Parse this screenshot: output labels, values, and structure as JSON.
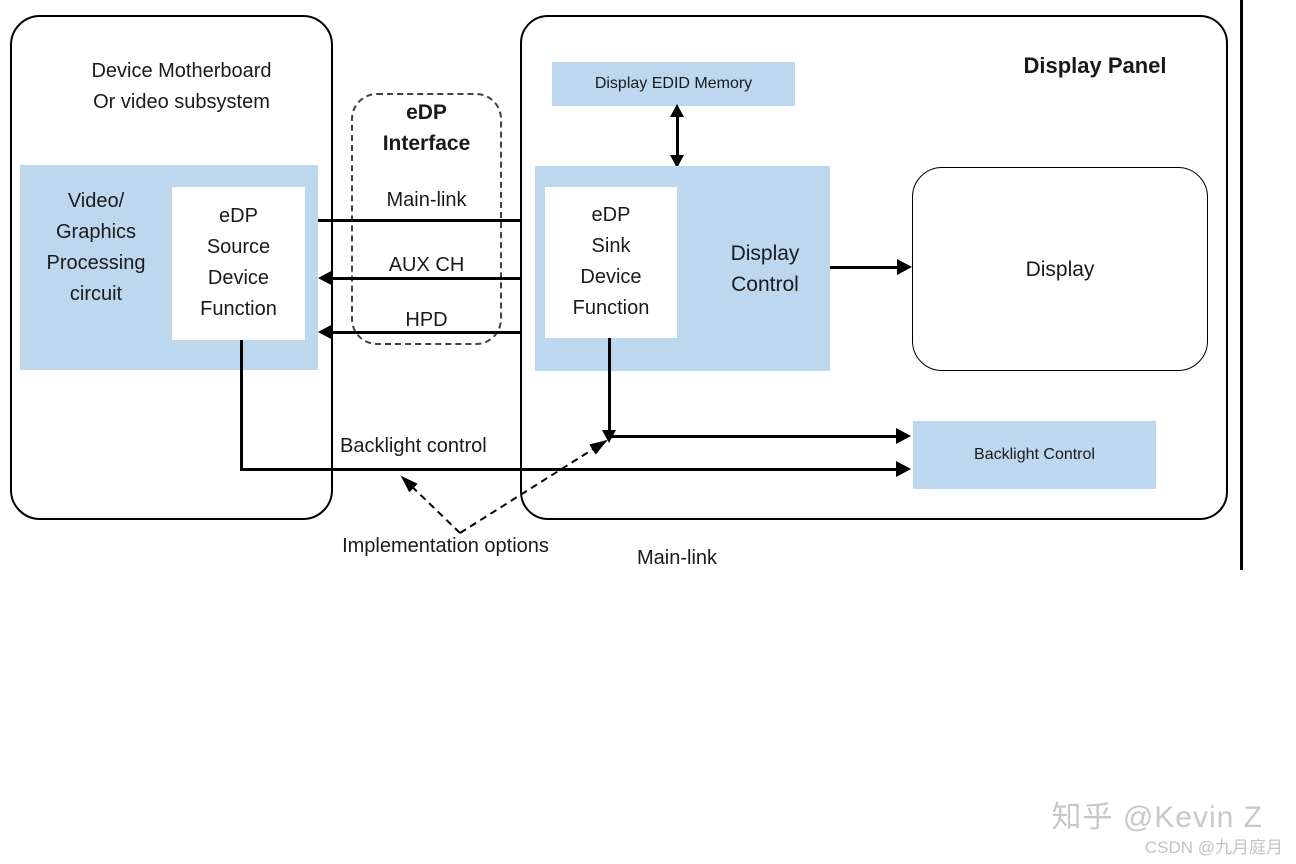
{
  "diagram": {
    "motherboard": {
      "title_line1": "Device Motherboard",
      "title_line2": "Or video subsystem",
      "video_block": "Video/\nGraphics\nProcessing\ncircuit",
      "source_block": "eDP\nSource\nDevice\nFunction"
    },
    "interface": {
      "title": "eDP\nInterface",
      "channels": [
        "Main-link",
        "AUX CH",
        "HPD"
      ]
    },
    "panel": {
      "title": "Display Panel",
      "edid": "Display EDID Memory",
      "sink_block": "eDP\nSink\nDevice\nFunction",
      "display_control": "Display\nControl",
      "display": "Display",
      "backlight": "Backlight Control"
    },
    "labels": {
      "backlight_control": "Backlight control",
      "implementation_options": "Implementation options",
      "main_link_bottom": "Main-link"
    },
    "colors": {
      "box_fill": "#bdd7ee",
      "line": "#000000"
    }
  },
  "watermarks": {
    "zhihu": "知乎 @Kevin Z",
    "csdn": "CSDN @九月庭月"
  }
}
